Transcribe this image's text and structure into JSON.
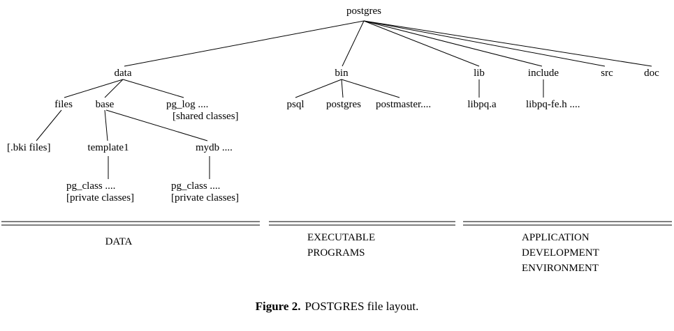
{
  "figure": {
    "label": "Figure 2.",
    "caption": "POSTGRES file layout."
  },
  "tree": {
    "root": "postgres",
    "level2": {
      "data": "data",
      "bin": "bin",
      "lib": "lib",
      "include": "include",
      "src": "src",
      "doc": "doc"
    },
    "data_children": {
      "files": "files",
      "base": "base",
      "pg_log": "pg_log ....",
      "pg_log_note": "[shared classes]"
    },
    "bin_children": {
      "psql": "psql",
      "postgres": "postgres",
      "postmaster": "postmaster...."
    },
    "lib_children": {
      "libpq_a": "libpq.a"
    },
    "include_children": {
      "libpq_fe": "libpq-fe.h ...."
    },
    "files_children": {
      "bki": "[.bki files]"
    },
    "base_children": {
      "template1": "template1",
      "mydb": "mydb ...."
    },
    "template1_children": {
      "pg_class": "pg_class ....",
      "note": "[private classes]"
    },
    "mydb_children": {
      "pg_class": "pg_class ....",
      "note": "[private classes]"
    }
  },
  "sections": {
    "data": {
      "line1": "DATA"
    },
    "exec": {
      "line1": "EXECUTABLE",
      "line2": "PROGRAMS"
    },
    "app": {
      "line1": "APPLICATION",
      "line2": "DEVELOPMENT",
      "line3": "ENVIRONMENT"
    }
  },
  "colors": {
    "ink": "#000000",
    "background": "#ffffff"
  }
}
